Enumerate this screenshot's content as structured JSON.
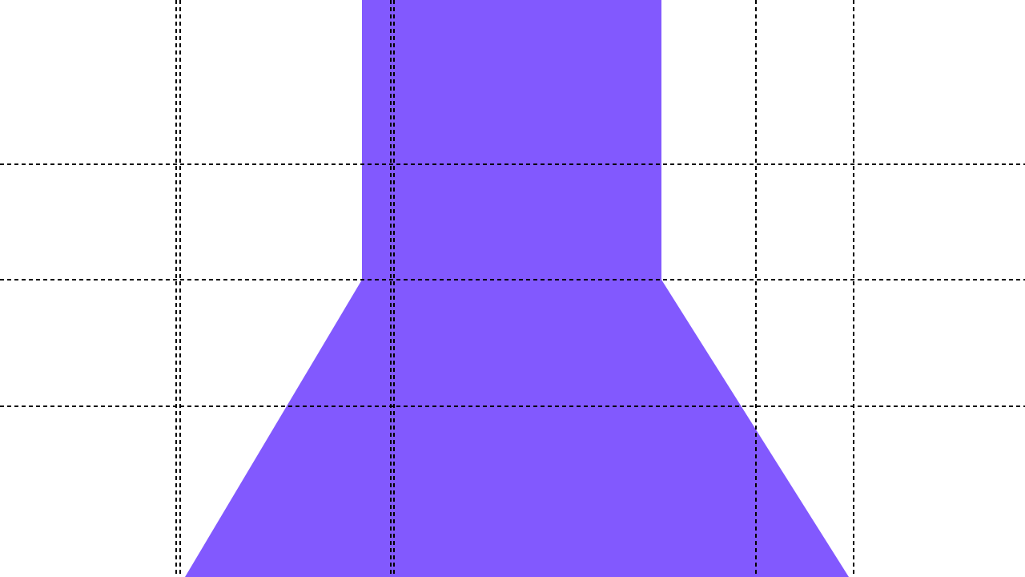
{
  "colors": {
    "background": "#ffffff",
    "shape_fill": "#8259fe",
    "guide_line": "#000000"
  },
  "shape": {
    "kind": "funnel",
    "parts": [
      "top-rectangle",
      "lower-trapezoid"
    ]
  },
  "guides": {
    "style": "dashed",
    "horizontal_count": 3,
    "vertical_count": 6
  }
}
